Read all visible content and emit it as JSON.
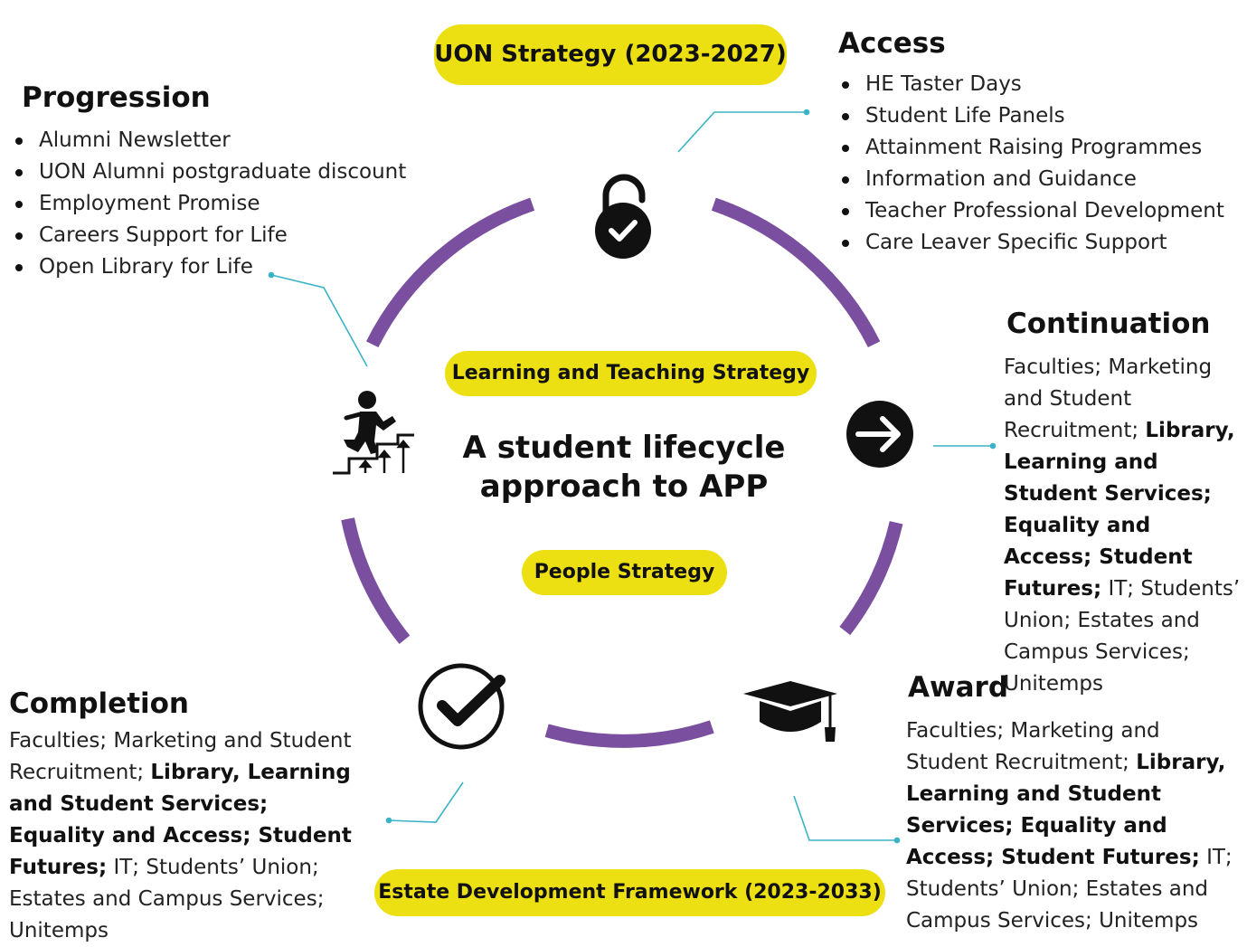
{
  "center_title_line1": "A student lifecycle",
  "center_title_line2": "approach to APP",
  "strategies": {
    "uon": "UON Strategy (2023-2027)",
    "learning_teaching": "Learning and Teaching Strategy",
    "people": "People Strategy",
    "estate": "Estate Development Framework (2023-2033)"
  },
  "access": {
    "heading": "Access",
    "items": [
      "HE Taster Days",
      "Student Life Panels",
      "Attainment Raising Programmes",
      "Information and Guidance",
      "Teacher Professional Development",
      "Care Leaver Specific Support"
    ]
  },
  "progression": {
    "heading": "Progression",
    "items": [
      "Alumni Newsletter",
      "UON Alumni postgraduate discount",
      "Employment Promise",
      "Careers Support for Life",
      "Open Library for Life"
    ]
  },
  "continuation": {
    "heading": "Continuation",
    "text_1": "Faculties; Marketing and Student Recruitment;",
    "text_bold": "Library, Learning and Student Services; Equality and Access; Student Futures;",
    "text_2": "IT; Students’ Union; Estates and Campus Services; Unitemps"
  },
  "completion": {
    "heading": "Completion",
    "text_1": "Faculties; Marketing and Student Recruitment;",
    "text_bold": "Library, Learning and Student Services; Equality and Access; Student Futures;",
    "text_2": "IT; Students’ Union; Estates and Campus Services; Unitemps"
  },
  "award": {
    "heading": "Award",
    "text_1": "Faculties; Marketing and Student Recruitment;",
    "text_bold": "Library, Learning and Student Services; Equality and Access; Student Futures;",
    "text_2": "IT; Students’ Union; Estates and Campus Services; Unitemps"
  },
  "colors": {
    "arc": "#7b4fa0",
    "pill": "#ece013",
    "connector": "#3ab3c6",
    "icon": "#111111"
  },
  "icons": [
    "unlocked-padlock-icon",
    "arrow-right-circle-icon",
    "graduation-cap-icon",
    "check-circle-icon",
    "stairs-climber-icon"
  ]
}
